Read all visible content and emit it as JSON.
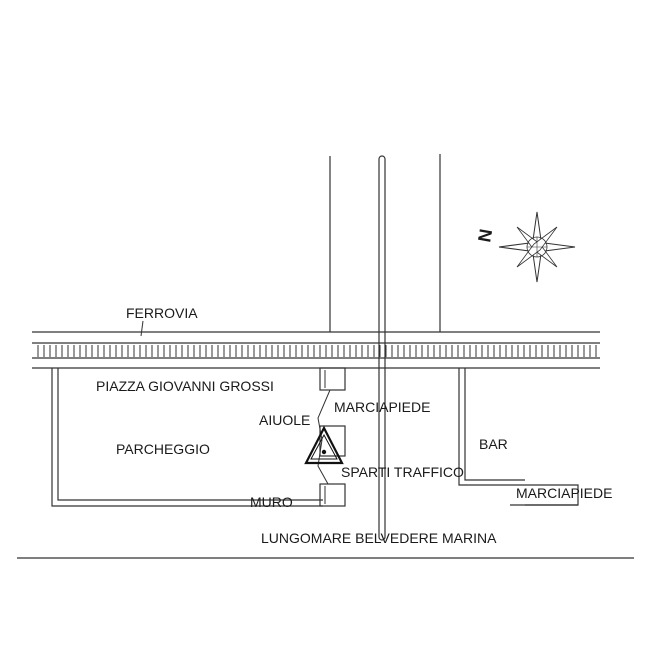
{
  "labels": {
    "railway": "FERROVIA",
    "square": "PIAZZA GIOVANNI GROSSI",
    "flowerbeds": "AIUOLE",
    "sidewalk_center": "MARCIAPIEDE",
    "parking": "PARCHEGGIO",
    "traffic_divider": "SPARTI TRAFFICO",
    "wall": "MURO",
    "bar": "BAR",
    "sidewalk_right": "MARCIAPIEDE",
    "seafront": "LUNGOMARE BELVEDERE MARINA",
    "north": "N"
  },
  "colors": {
    "ink": "#333333",
    "text": "#1a1a1a",
    "background": "#ffffff"
  },
  "icons": {
    "compass": "compass-rose-icon",
    "hazard": "warning-triangle-icon"
  }
}
